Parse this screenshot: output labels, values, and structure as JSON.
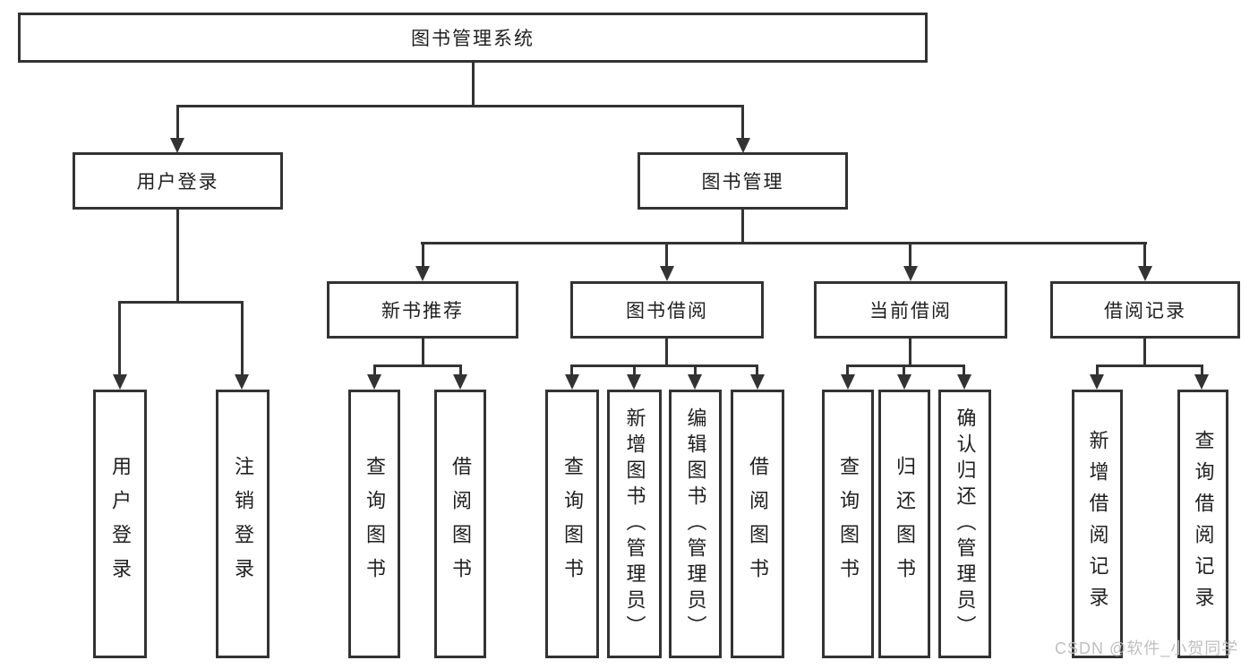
{
  "diagram": {
    "root": "图书管理系统",
    "level2": {
      "user_login": "用户登录",
      "book_mgmt": "图书管理"
    },
    "level3": {
      "new_books": "新书推荐",
      "book_borrow": "图书借阅",
      "current_borrow": "当前借阅",
      "borrow_records": "借阅记录"
    },
    "leaves": {
      "user_login": [
        "用户登录",
        "注销登录"
      ],
      "new_books": [
        "查询图书",
        "借阅图书"
      ],
      "book_borrow": [
        "查询图书",
        "新增图书（管理员）",
        "编辑图书（管理员）",
        "借阅图书"
      ],
      "current_borrow": [
        "查询图书",
        "归还图书",
        "确认归还（管理员）"
      ],
      "borrow_records": [
        "新增借阅记录",
        "查询借阅记录"
      ]
    }
  },
  "watermark": "CSDN @软件_小贺同学",
  "colors": {
    "line": "#333333",
    "text": "#1f1f1f",
    "watermark": "#bfbfbf",
    "background": "#ffffff"
  }
}
